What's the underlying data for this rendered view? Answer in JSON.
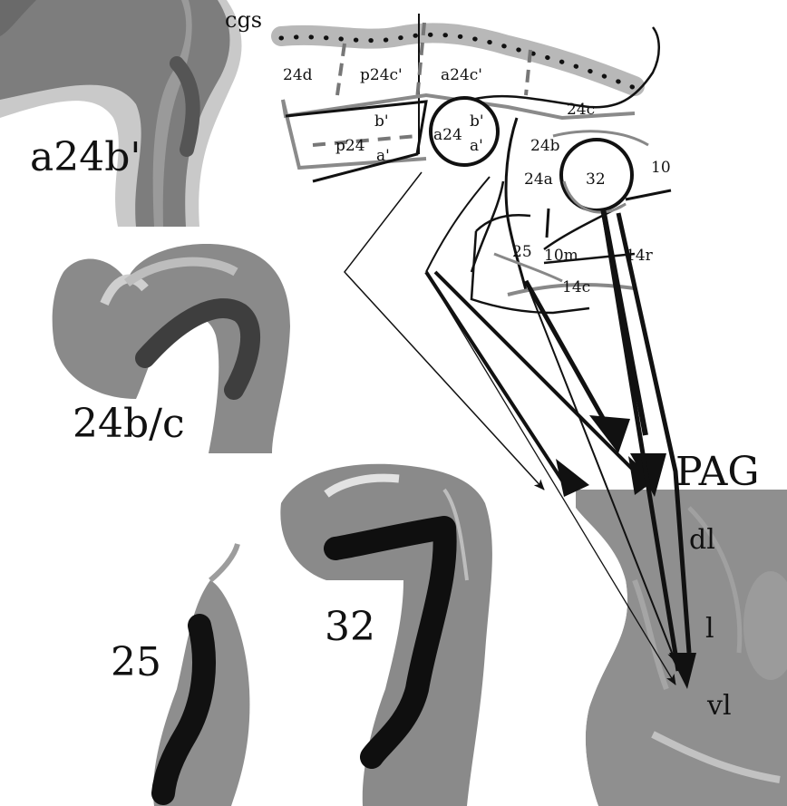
{
  "panels": {
    "a24b": "a24b'",
    "b24bc": "24b/c",
    "p25": "25",
    "p32": "32",
    "pag": "PAG",
    "cgs": "cgs"
  },
  "pag_regions": {
    "dl": "dl",
    "l": "l",
    "vl": "vl"
  },
  "map_labels": {
    "d24d": "24d",
    "p24c": "p24c'",
    "a24c": "a24c'",
    "c24c": "24c",
    "b1": "b'",
    "p24": "p24",
    "a1": "a'",
    "a24": "a24",
    "b2": "b'",
    "a2": "a'",
    "m24b": "24b",
    "m24a": "24a",
    "m32": "32",
    "m10": "10",
    "m25": "25",
    "m10m": "10m",
    "m14r": "14r",
    "m14c": "14c"
  },
  "colors": {
    "tissue_dark": "#5f5f5f",
    "tissue_light": "#a8a8a8",
    "injection": "#1a1a1a",
    "band_gray": "#b8b8b8",
    "outline_gray": "#8a8a8a"
  }
}
